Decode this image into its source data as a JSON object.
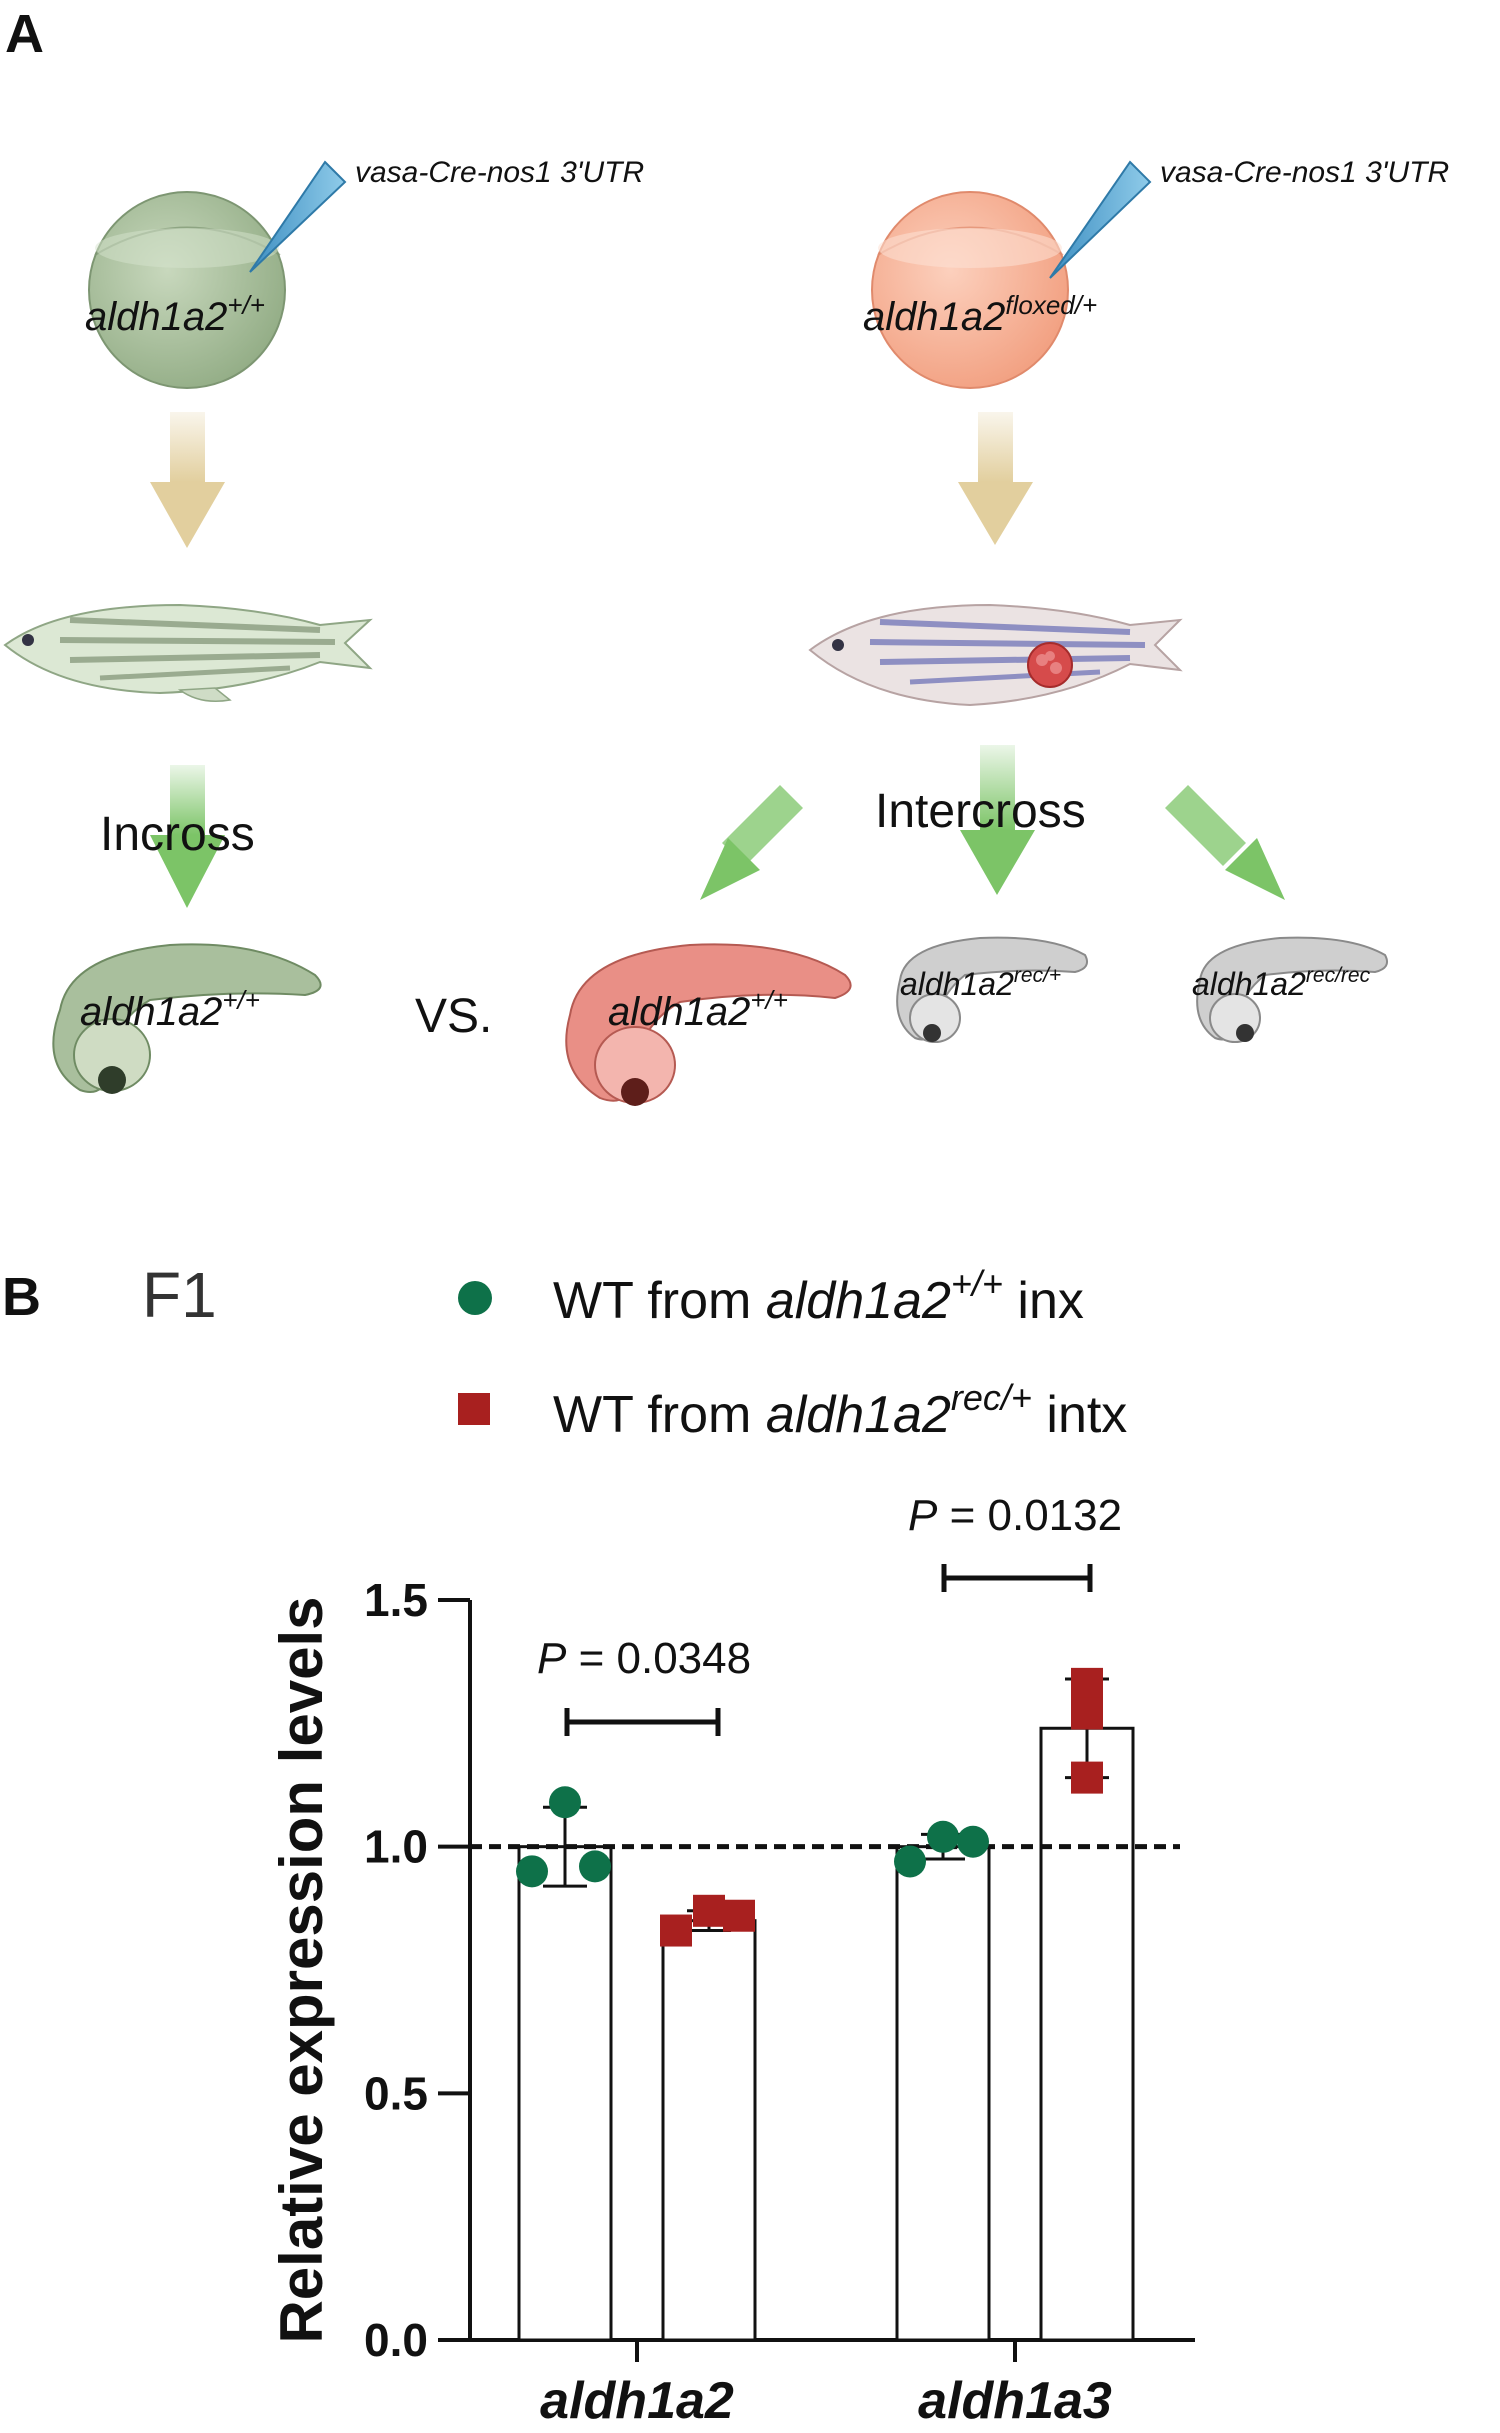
{
  "panel_a": {
    "label": "A",
    "left_injection_label": "vasa-Cre-nos1 3'UTR",
    "right_injection_label": "vasa-Cre-nos1 3'UTR",
    "left_egg_genotype": {
      "base": "aldh1a2",
      "sup": "+/+"
    },
    "right_egg_genotype": {
      "base": "aldh1a2",
      "sup": "floxed/+"
    },
    "incross_label": "Incross",
    "intercross_label": "Intercross",
    "vs_label": "VS.",
    "embryo_left": {
      "base": "aldh1a2",
      "sup": "+/+"
    },
    "embryo_mid": {
      "base": "aldh1a2",
      "sup": "+/+"
    },
    "embryo_het": {
      "base": "aldh1a2",
      "sup": "rec/+"
    },
    "embryo_hom": {
      "base": "aldh1a2",
      "sup": "rec/rec"
    },
    "colors": {
      "green_egg": "#a9bf9d",
      "red_egg": "#f8b39a",
      "pipette": "#5aaad6",
      "tan_arrow": "#e2cf9e",
      "green_arrow": "#7cc467",
      "red_embryo": "#e98f86",
      "gray_embryo": "#cfcfcf"
    }
  },
  "panel_b": {
    "label": "B",
    "subtitle": "F1",
    "legend": [
      {
        "pre": "WT from ",
        "italic": "aldh1a2",
        "sup": "+/+",
        "post": " inx",
        "marker": "circle",
        "color": "#0e7149"
      },
      {
        "pre": "WT from ",
        "italic": "aldh1a2",
        "sup": "rec/+",
        "post": " intx",
        "marker": "square",
        "color": "#a8201f"
      }
    ],
    "pvalue_1": {
      "p": "P",
      "rest": " = 0.0348"
    },
    "pvalue_2": {
      "p": "P",
      "rest": " = 0.0132"
    }
  },
  "chart_data": {
    "type": "bar",
    "ylabel": "Relative expression levels",
    "ylim": [
      0,
      1.5
    ],
    "yticks": [
      "0.0",
      "0.5",
      "1.0",
      "1.5"
    ],
    "categories": [
      "aldh1a2",
      "aldh1a3"
    ],
    "reference_line": 1.0,
    "series": [
      {
        "name": "WT from aldh1a2+/+ inx",
        "color": "#0e7149",
        "marker": "circle",
        "means": [
          1.0,
          1.0
        ],
        "sd": [
          0.08,
          0.025
        ],
        "points": [
          [
            0.95,
            1.09,
            0.96
          ],
          [
            0.97,
            1.02,
            1.01
          ]
        ]
      },
      {
        "name": "WT from aldh1a2rec/+ intx",
        "color": "#a8201f",
        "marker": "square",
        "means": [
          0.85,
          1.24
        ],
        "sd": [
          0.02,
          0.1
        ],
        "points": [
          [
            0.83,
            0.87,
            0.86
          ],
          [
            1.33,
            1.27,
            1.14
          ]
        ]
      }
    ],
    "comparisons": [
      {
        "category": "aldh1a2",
        "p_value": "P = 0.0348"
      },
      {
        "category": "aldh1a3",
        "p_value": "P = 0.0132"
      }
    ]
  }
}
